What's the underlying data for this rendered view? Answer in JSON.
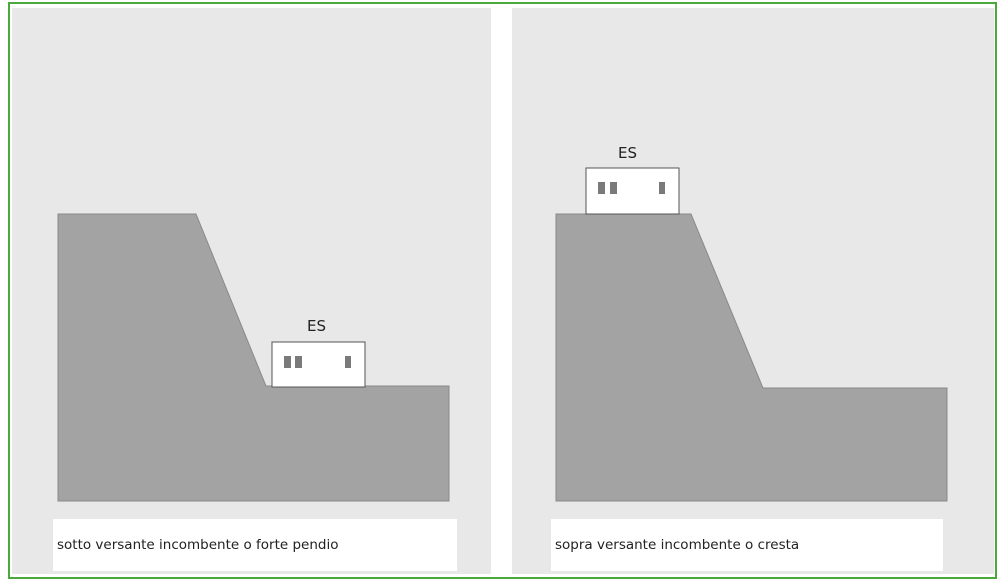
{
  "colors": {
    "border": "#4aa83c",
    "panel_background": "#e8e8e8",
    "slope_fill": "#a3a3a3",
    "building_fill": "#ffffff",
    "window_fill": "#7a7a7a"
  },
  "panels": [
    {
      "building_label": "ES",
      "caption": "sotto versante incombente o forte pendio"
    },
    {
      "building_label": "ES",
      "caption": "sopra versante incombente o cresta"
    }
  ]
}
